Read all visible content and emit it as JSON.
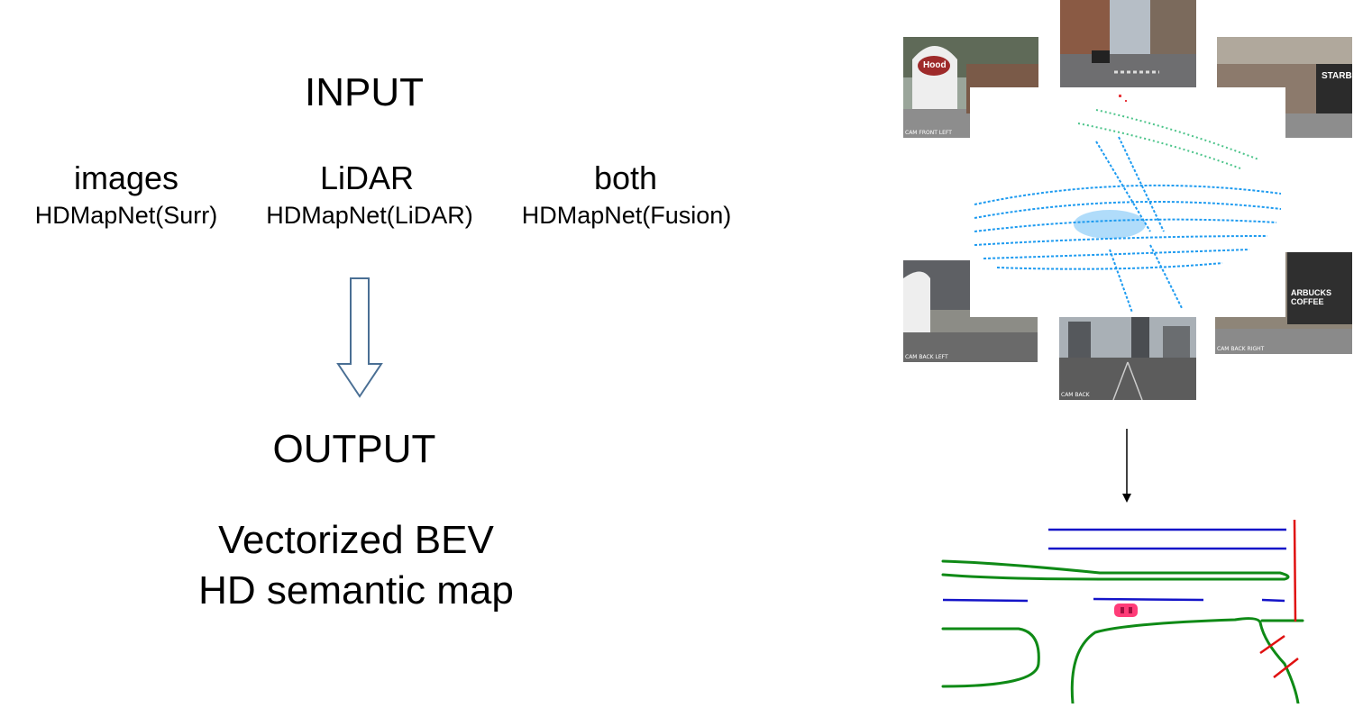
{
  "input": {
    "title": "INPUT",
    "options": [
      {
        "name": "images",
        "model": "HDMapNet(Surr)"
      },
      {
        "name": "LiDAR",
        "model": "HDMapNet(LiDAR)"
      },
      {
        "name": "both",
        "model": "HDMapNet(Fusion)"
      }
    ]
  },
  "output": {
    "title": "OUTPUT",
    "description_line1": "Vectorized BEV",
    "description_line2": "HD semantic map"
  },
  "cameras": {
    "front_left": "CAM FRONT LEFT",
    "back_left": "CAM BACK LEFT",
    "back": "CAM BACK",
    "back_right": "CAM BACK RIGHT",
    "storefront_text": "STARBU",
    "logo_text": "Hood",
    "mirrored_sign_text": "ARBUCKS COFFEE"
  },
  "colors": {
    "arrow_stroke": "#4a6f94",
    "lidar_points": "#1e9bf0",
    "divider": "#1414c8",
    "boundary": "#0f8a16",
    "crossing": "#e01010",
    "vehicle": "#ff3c78"
  }
}
